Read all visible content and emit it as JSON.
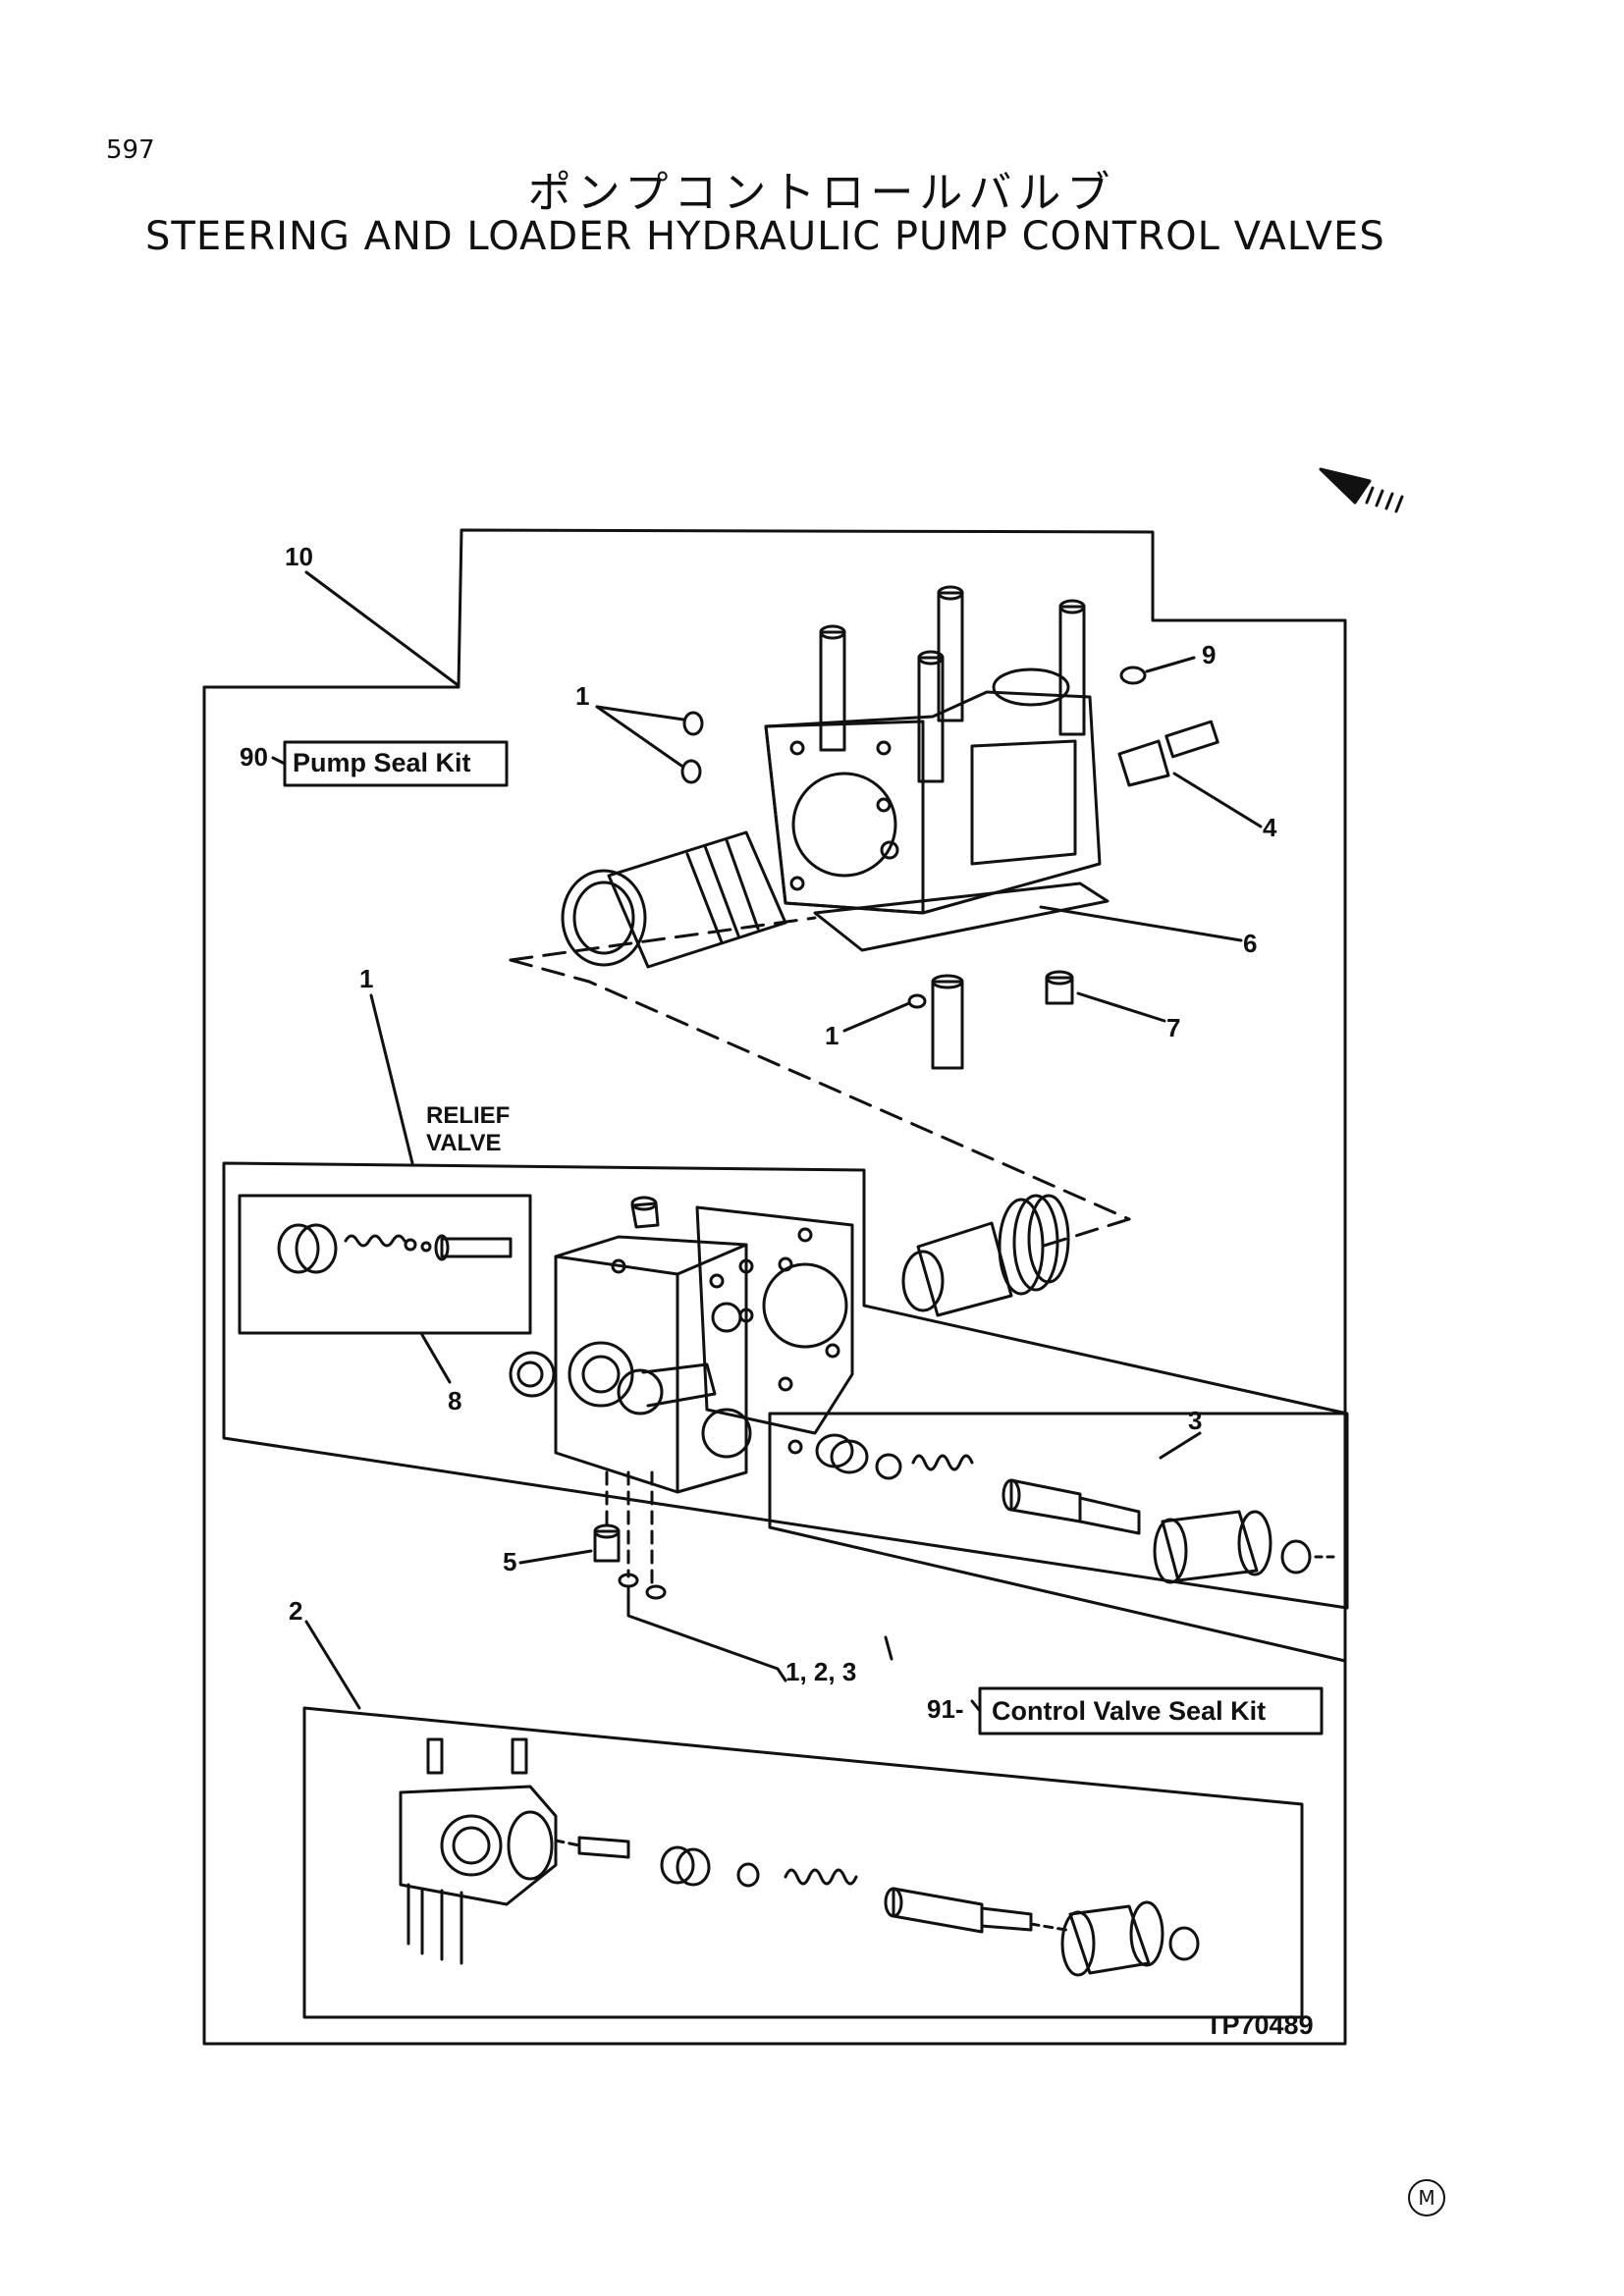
{
  "page_number": "597",
  "title_japanese": "ポンプコントロールバルブ",
  "title_english": "STEERING AND LOADER HYDRAULIC PUMP CONTROL VALVES",
  "callouts": {
    "c10": "10",
    "c9": "9",
    "c1_top": "1",
    "c4": "4",
    "c6": "6",
    "c1_mid": "1",
    "c7": "7",
    "c1_left": "1",
    "c8": "8",
    "c3": "3",
    "c5": "5",
    "c2": "2",
    "c123": "1, 2, 3",
    "c90": "90",
    "c91": "91-"
  },
  "kits": {
    "pump_seal_kit": "Pump Seal Kit",
    "control_valve_seal_kit": "Control Valve Seal Kit"
  },
  "relief_valve_label_1": "RELIEF",
  "relief_valve_label_2": "VALVE",
  "figure_id": "TP70489",
  "footer_mark": "M"
}
